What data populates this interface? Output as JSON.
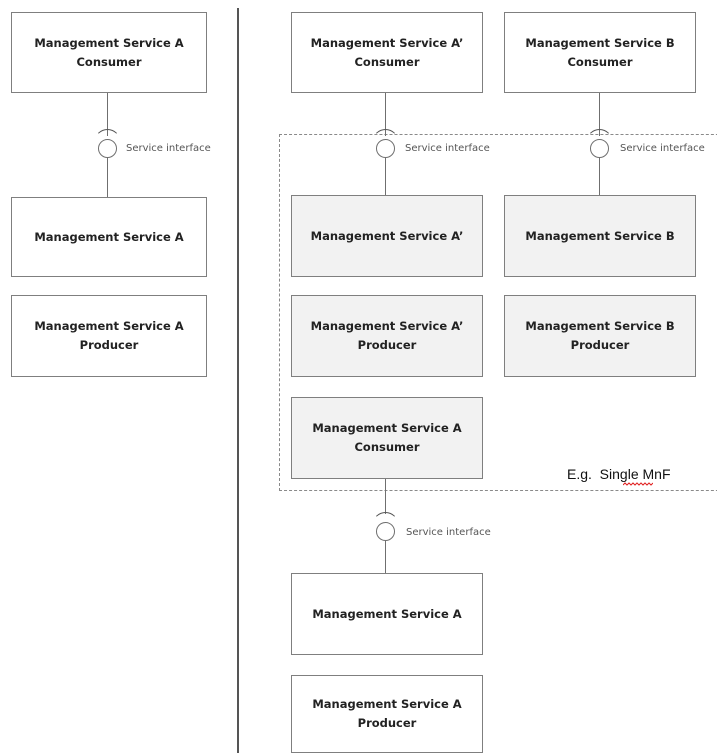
{
  "diagram": {
    "left": {
      "consumer": {
        "line1": "Management Service A",
        "line2": "Consumer"
      },
      "interface_label": "Service interface",
      "service": {
        "line1": "Management Service A"
      },
      "producer": {
        "line1": "Management Service A",
        "line2": "Producer"
      }
    },
    "right": {
      "consumer_a_prime": {
        "line1": "Management Service A’",
        "line2": "Consumer"
      },
      "consumer_b": {
        "line1": "Management Service B",
        "line2": "Consumer"
      },
      "interface_label_a_prime": "Service interface",
      "interface_label_b": "Service interface",
      "service_a_prime": {
        "line1": "Management Service A’"
      },
      "service_b": {
        "line1": "Management Service B"
      },
      "producer_a_prime": {
        "line1": "Management Service A’",
        "line2": "Producer"
      },
      "producer_b": {
        "line1": "Management Service B",
        "line2": "Producer"
      },
      "inner_consumer_a": {
        "line1": "Management Service A",
        "line2": "Consumer"
      },
      "boundary_label": "E.g.  Single MnF",
      "interface_label_bottom": "Service interface",
      "service_a": {
        "line1": "Management Service A"
      },
      "producer_a": {
        "line1": "Management Service A",
        "line2": "Producer"
      }
    }
  }
}
